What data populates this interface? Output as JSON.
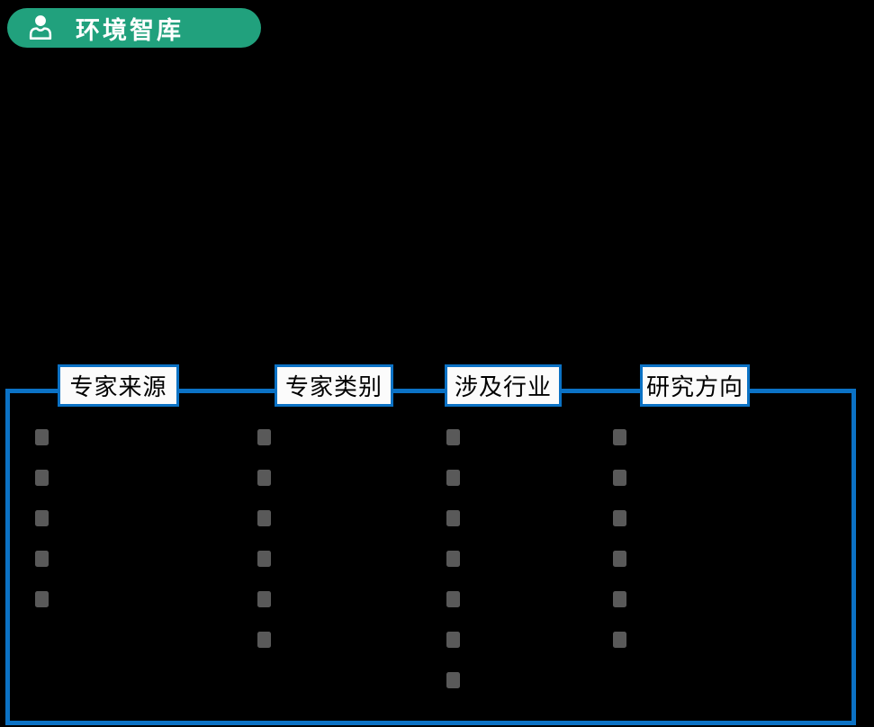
{
  "canvas": {
    "background_color": "#000000"
  },
  "badge": {
    "label": "环境智库",
    "icon": "person-icon",
    "background_color": "#21A17D",
    "text_color": "#FFFFFF"
  },
  "panel": {
    "border_color": "#0B72C5",
    "bullet_color": "#595959",
    "columns": [
      {
        "id": "expert-source",
        "header": "专家来源",
        "bullet_count": 5
      },
      {
        "id": "expert-category",
        "header": "专家类别",
        "bullet_count": 6
      },
      {
        "id": "industries",
        "header": "涉及行业",
        "bullet_count": 7
      },
      {
        "id": "research-direction",
        "header": "研究方向",
        "bullet_count": 6
      }
    ]
  }
}
